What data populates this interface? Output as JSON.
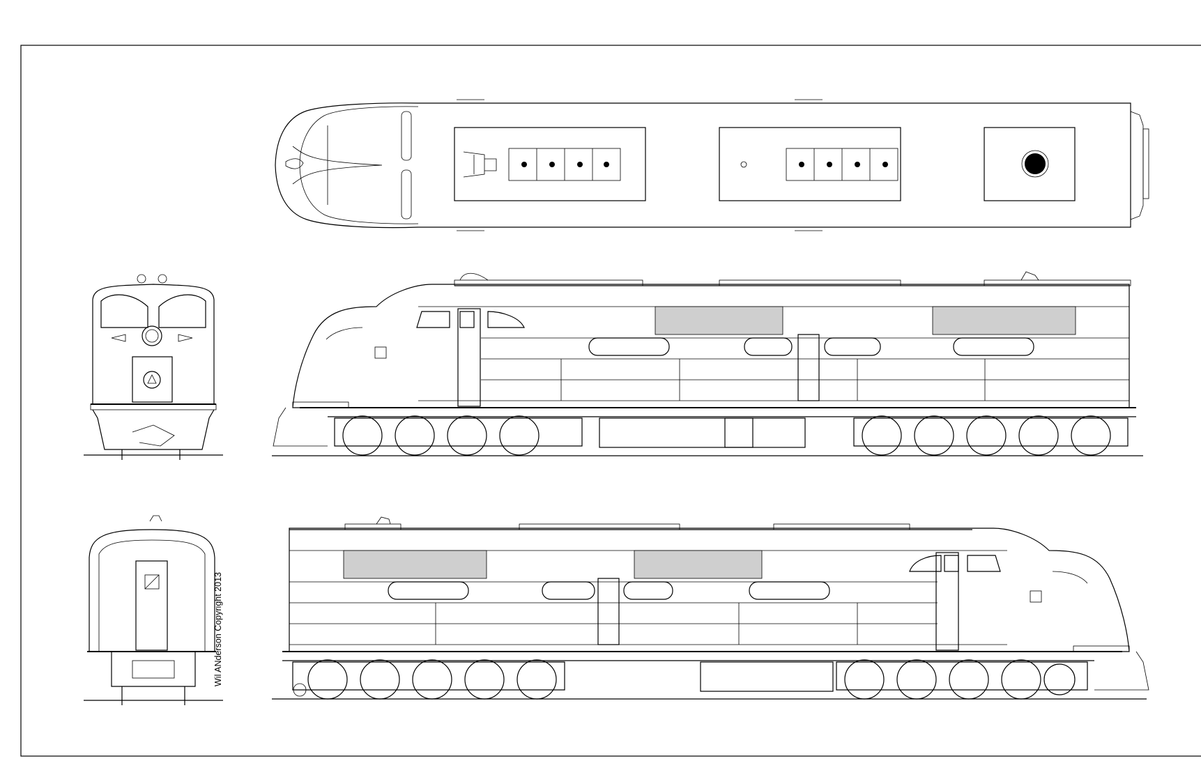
{
  "sheet": {
    "credit": "Wil ANderson Copyright 2013",
    "views": [
      {
        "id": "top-view"
      },
      {
        "id": "front-end-view"
      },
      {
        "id": "side-elevation-upper"
      },
      {
        "id": "rear-end-view"
      },
      {
        "id": "side-elevation-lower"
      }
    ]
  },
  "colors": {
    "line": "#000000",
    "background": "#ffffff",
    "frame": "#000000"
  }
}
